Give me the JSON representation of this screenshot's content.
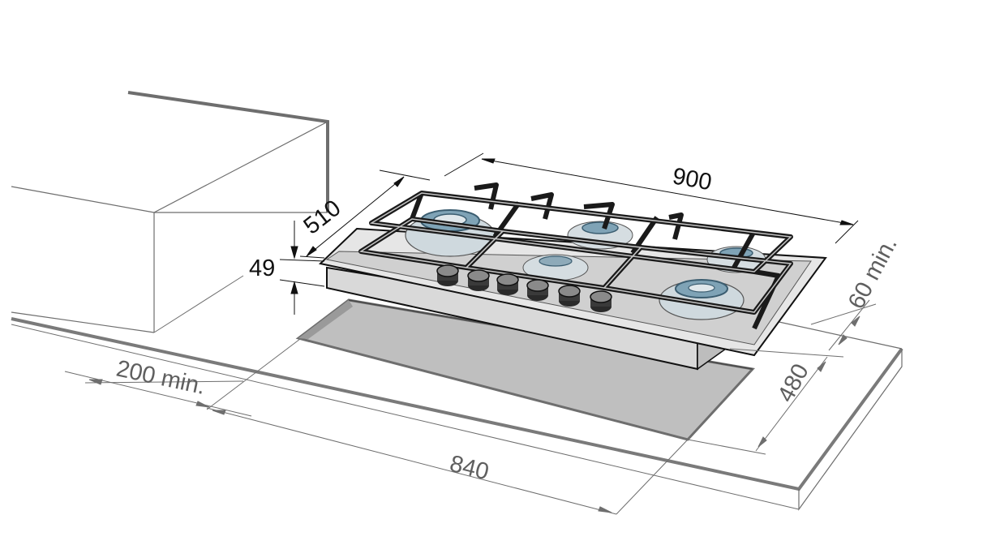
{
  "dimensions": {
    "width": "900",
    "depth": "510",
    "height": "49",
    "wall_clearance": "60 min.",
    "cutout_depth": "480",
    "side_clearance": "200 min.",
    "cutout_width": "840"
  },
  "colors": {
    "line_dark": "#111111",
    "line_grey": "#6e6e6e",
    "counter_edge": "#7a7a7a",
    "cutout_fill": "#bfbfbf",
    "steel_light": "#e6e6e6",
    "steel_mid": "#c9c9c9",
    "grate": "#1a1a1a",
    "burner_blue": "#7fa3b6"
  },
  "icons": {
    "burner": "burner-icon",
    "knob": "control-knob-icon",
    "grate": "pan-support-grate-icon"
  }
}
